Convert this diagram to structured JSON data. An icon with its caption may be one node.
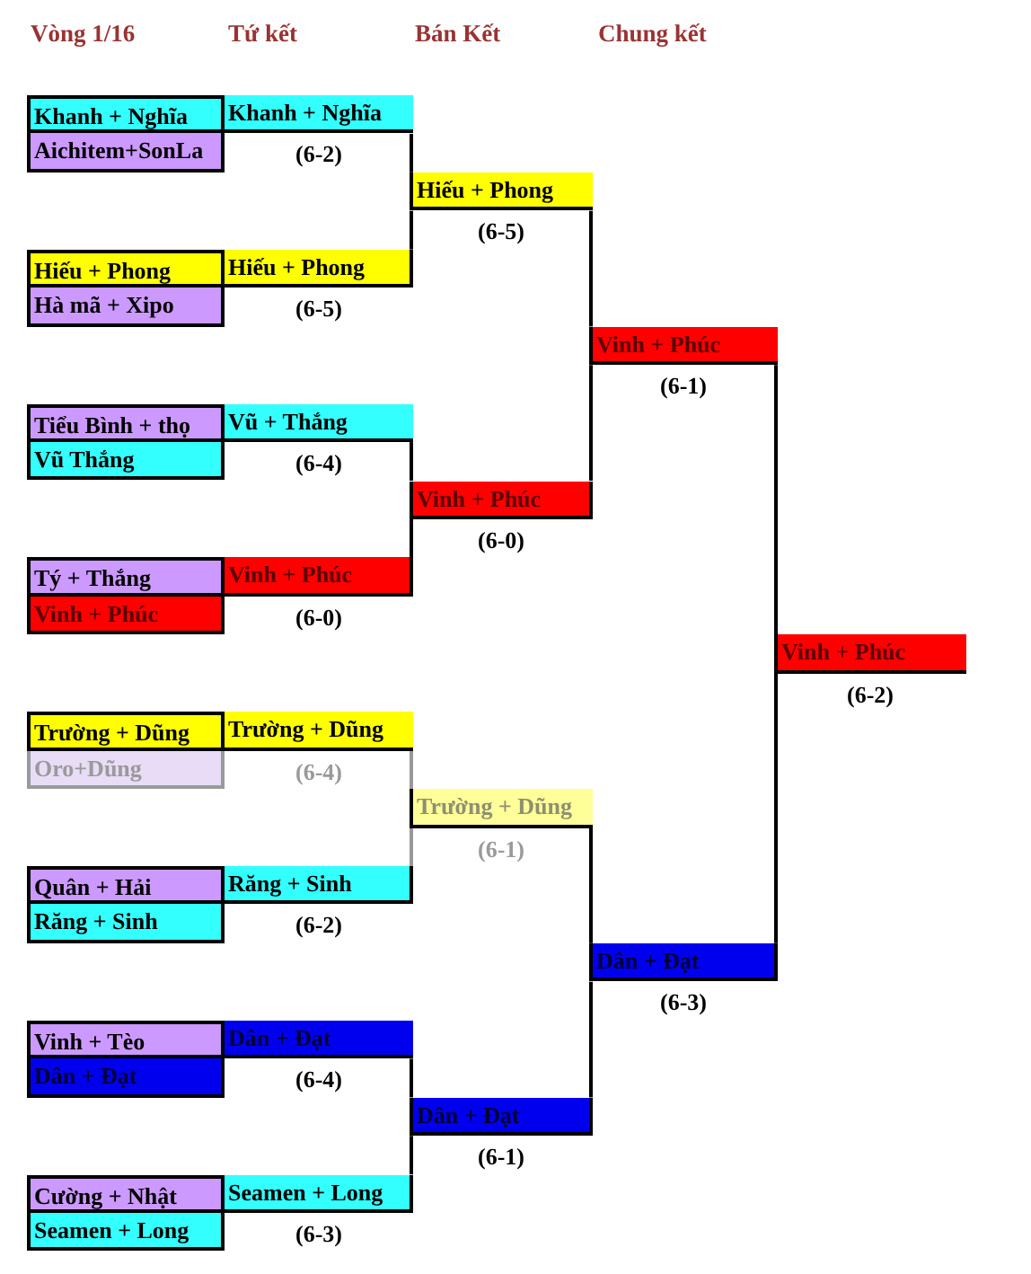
{
  "diagram": {
    "nodes": [
      {
        "text": [
          "Khanh + Nghĩa"
        ]
      },
      {
        "text": [
          "Khanh + Nghĩa"
        ],
        "beside": [
          "(6-2)"
        ]
      },
      {
        "text": [
          "Aichitem+SonLa"
        ]
      },
      {
        "text": [
          "Hiếu + Phong"
        ],
        "beside": [
          "(6-5)"
        ]
      },
      {
        "text": [
          "Hiếu + Phong"
        ]
      },
      {
        "text": [
          "Hiếu + Phong"
        ],
        "beside": [
          "(6-5)"
        ]
      },
      {
        "text": [
          "Hà mã + Xipo"
        ]
      },
      {
        "text": [
          "Vinh + Phúc"
        ],
        "beside": [
          "(6-1)"
        ]
      },
      {
        "text": [
          "Tiểu Bình + thọ"
        ]
      },
      {
        "text": [
          "Vũ + Thắng"
        ],
        "beside": [
          "(6-4)"
        ]
      },
      {
        "text": [
          "Vũ Thắng"
        ]
      },
      {
        "text": [
          "Vinh + Phúc"
        ],
        "beside": [
          "(6-0)"
        ]
      },
      {
        "text": [
          "Tý + Thắng"
        ]
      },
      {
        "text": [
          "Vinh + Phúc"
        ],
        "beside": [
          "(6-0)"
        ]
      },
      {
        "text": [
          "Vinh + Phúc"
        ]
      },
      {
        "text": [
          "Vinh + Phúc"
        ],
        "beside": [
          "(6-2)"
        ]
      },
      {
        "text": [
          "Trường + Dũng"
        ]
      },
      {
        "text": [
          "Trường + Dũng"
        ],
        "beside": [
          "(6-4)"
        ]
      },
      {
        "text": [
          "Oro+Dũng"
        ]
      },
      {
        "text": [
          "Trường + Dũng"
        ],
        "beside": [
          "(6-1)"
        ]
      },
      {
        "text": [
          "Quân + Hải"
        ]
      },
      {
        "text": [
          "Răng + Sinh"
        ],
        "beside": [
          "(6-2)"
        ]
      },
      {
        "text": [
          "Răng + Sinh"
        ]
      },
      {
        "text": [
          "Dân + Đạt"
        ],
        "beside": [
          "(6-3)"
        ]
      },
      {
        "text": [
          "Vinh + Tèo"
        ]
      },
      {
        "text": [
          "Dân + Đạt"
        ],
        "beside": [
          "(6-4)"
        ]
      },
      {
        "text": [
          "Dân + Đạt"
        ]
      },
      {
        "text": [
          "Dân + Đạt"
        ],
        "beside": [
          "(6-1)"
        ]
      },
      {
        "text": [
          "Cường + Nhật"
        ]
      },
      {
        "text": [
          "Seamen + Long"
        ],
        "beside": [
          "(6-3)"
        ]
      },
      {
        "text": [
          "Seamen + Long"
        ]
      }
    ],
    "edges": [
      {
        "from": 1,
        "to": 3,
        "arrow": "none"
      },
      {
        "from": 5,
        "to": 3,
        "arrow": "none"
      },
      {
        "from": 3,
        "to": 7,
        "arrow": "none"
      },
      {
        "from": 9,
        "to": 11,
        "arrow": "none"
      },
      {
        "from": 13,
        "to": 11,
        "arrow": "none"
      },
      {
        "from": 11,
        "to": 7,
        "arrow": "none"
      },
      {
        "from": 7,
        "to": 15,
        "arrow": "none"
      },
      {
        "from": 17,
        "to": 19,
        "arrow": "none",
        "color": "#999999"
      },
      {
        "from": 21,
        "to": 19,
        "arrow": "none",
        "color": "#999999"
      },
      {
        "from": 19,
        "to": 23,
        "arrow": "none"
      },
      {
        "from": 25,
        "to": 27,
        "arrow": "none"
      },
      {
        "from": 29,
        "to": 27,
        "arrow": "none"
      },
      {
        "from": 27,
        "to": 23,
        "arrow": "none"
      },
      {
        "from": 23,
        "to": 15,
        "arrow": "none"
      }
    ],
    "labels": [
      "Vòng 1/16",
      "Tứ kết",
      "Bán Kết",
      "Chung kết"
    ]
  }
}
